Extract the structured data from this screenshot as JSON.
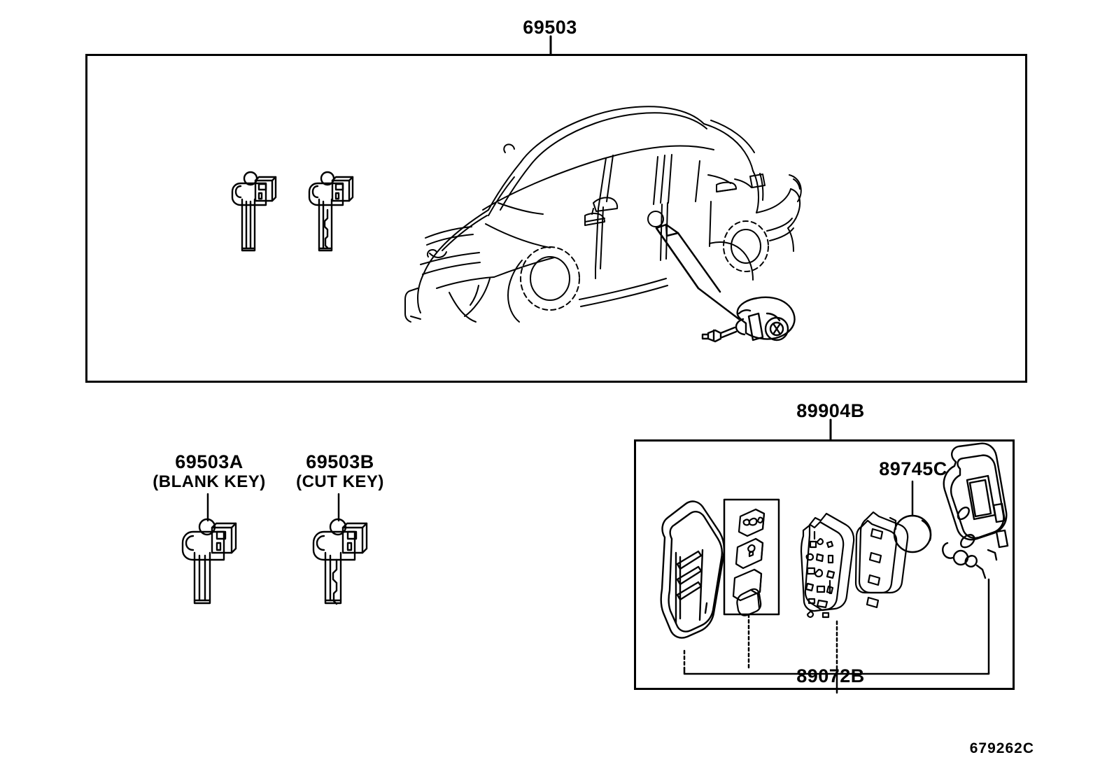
{
  "diagram": {
    "title_code": "69503",
    "drawing_number": "679262C",
    "sections": [
      {
        "id": "key-set-assembly",
        "code": "69503",
        "description": "Key set with vehicle and door lock cylinder"
      },
      {
        "id": "transmitter-assembly",
        "code": "89904B",
        "description": "Smart key transmitter exploded view"
      }
    ],
    "labels": {
      "main_box_code": "69503",
      "blank_key_code": "69503A",
      "blank_key_name": "(BLANK KEY)",
      "cut_key_code": "69503B",
      "cut_key_name": "(CUT KEY)",
      "transmitter_box_code": "89904B",
      "battery_code": "89745C",
      "transmitter_housing_code": "89072B",
      "sheet_id": "679262C"
    },
    "parts": [
      {
        "code": "69503",
        "name": "key set",
        "callout": "top"
      },
      {
        "code": "69503A",
        "name": "blank key",
        "callout": "bottom-left"
      },
      {
        "code": "69503B",
        "name": "cut key",
        "callout": "bottom-left"
      },
      {
        "code": "89904B",
        "name": "transmitter assembly",
        "callout": "bottom-right-box"
      },
      {
        "code": "89745C",
        "name": "battery",
        "callout": "bottom-right-box"
      },
      {
        "code": "89072B",
        "name": "transmitter housing set",
        "callout": "bottom-right-box"
      }
    ],
    "colors": {
      "line": "#000000",
      "background": "#ffffff"
    }
  }
}
